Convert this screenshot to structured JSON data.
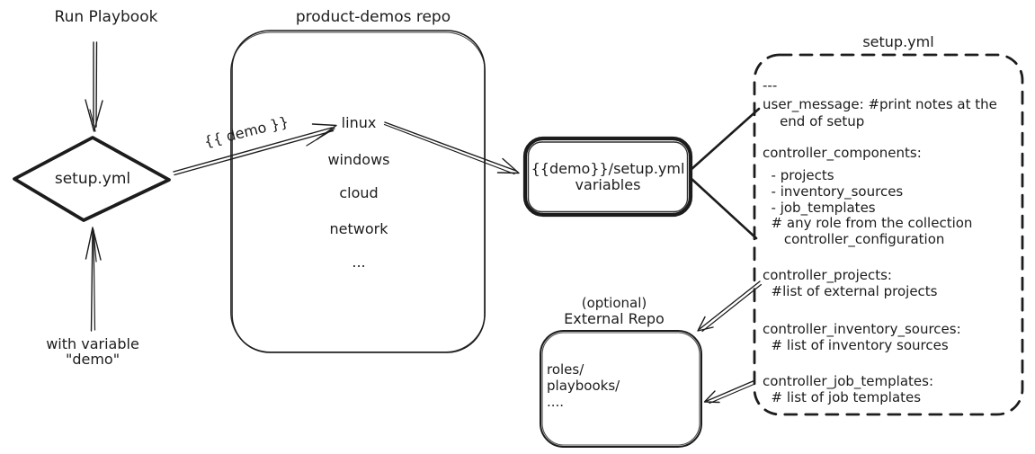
{
  "colors": {
    "ink": "#1c1c1c",
    "background": "#ffffff"
  },
  "labels": {
    "run_playbook": "Run Playbook",
    "diamond": "setup.yml",
    "with_variable_1": "with variable",
    "with_variable_2": "\"demo\"",
    "demo_var": "{{ demo }}"
  },
  "repo_box": {
    "title": "product-demos repo",
    "items": [
      "linux",
      "windows",
      "cloud",
      "network",
      "..."
    ]
  },
  "variables_box": {
    "line1": "{{demo}}/setup.yml",
    "line2": "variables"
  },
  "setup_yml_box": {
    "title": "setup.yml",
    "lines": [
      "---",
      "user_message: #print notes at the",
      "    end of setup",
      "controller_components:",
      "  - projects",
      "  - inventory_sources",
      "  - job_templates",
      "  # any role from the collection",
      "     controller_configuration",
      "controller_projects:",
      "  #list of external projects",
      "controller_inventory_sources:",
      "  # list of inventory sources",
      "controller_job_templates:",
      "  # list of job templates"
    ]
  },
  "external_repo_box": {
    "title_1": "(optional)",
    "title_2": "External Repo",
    "lines": [
      "roles/",
      "playbooks/",
      "...."
    ]
  }
}
